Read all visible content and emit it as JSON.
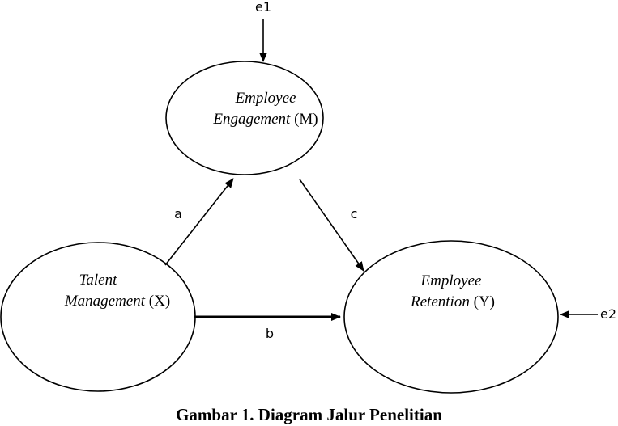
{
  "diagram": {
    "nodes": {
      "engagement": {
        "line1_italic": "Employee",
        "line2_italic": "Engagement",
        "line2_tag": " (M)"
      },
      "talent": {
        "line1_italic": "Talent",
        "line2_italic": "Management",
        "line2_tag": " (X)"
      },
      "retention": {
        "line1_italic": "Employee",
        "line2_italic": "Retention",
        "line2_tag": " (Y)"
      }
    },
    "edge_labels": {
      "a": "a",
      "b": "b",
      "c": "c"
    },
    "errors": {
      "e1": "e1",
      "e2": "e2"
    }
  },
  "caption": "Gambar 1. Diagram Jalur Penelitian"
}
